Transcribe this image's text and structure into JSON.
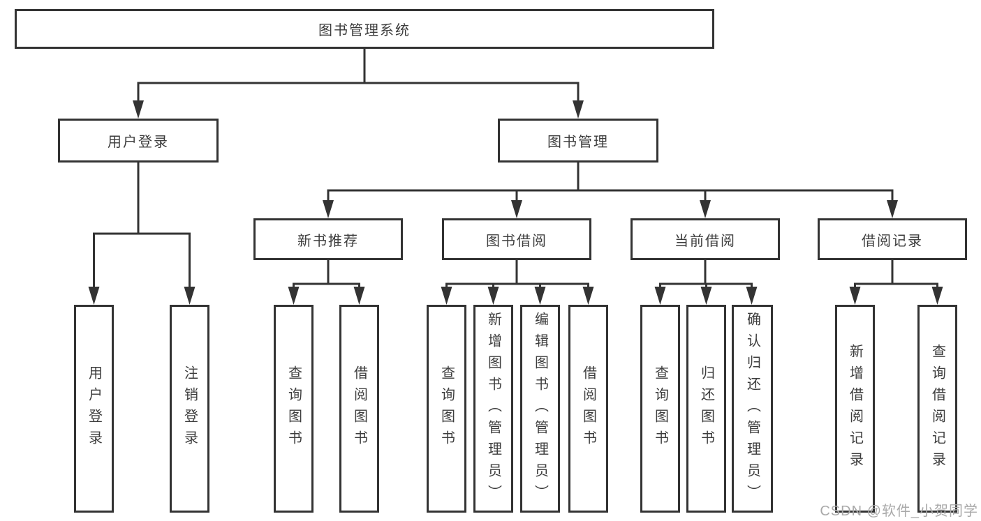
{
  "tree": {
    "root": {
      "label": "图书管理系统"
    },
    "level2": [
      {
        "label": "用户登录",
        "children": [
          {
            "label": "用户登录"
          },
          {
            "label": "注销登录"
          }
        ]
      },
      {
        "label": "图书管理",
        "children": [
          {
            "label": "新书推荐",
            "children": [
              {
                "label": "查询图书"
              },
              {
                "label": "借阅图书"
              }
            ]
          },
          {
            "label": "图书借阅",
            "children": [
              {
                "label": "查询图书"
              },
              {
                "label": "新增图书（管理员）"
              },
              {
                "label": "编辑图书（管理员）"
              },
              {
                "label": "借阅图书"
              }
            ]
          },
          {
            "label": "当前借阅",
            "children": [
              {
                "label": "查询图书"
              },
              {
                "label": "归还图书"
              },
              {
                "label": "确认归还（管理员）"
              }
            ]
          },
          {
            "label": "借阅记录",
            "children": [
              {
                "label": "新增借阅记录"
              },
              {
                "label": "查询借阅记录"
              }
            ]
          }
        ]
      }
    ]
  },
  "watermark": {
    "text": "CSDN @软件_小贺同学"
  },
  "colors": {
    "line": "#333333",
    "text": "#3d3d3d",
    "box_background": "#ffffff",
    "page_background": "#ffffff",
    "watermark": "#a9a9a9"
  }
}
